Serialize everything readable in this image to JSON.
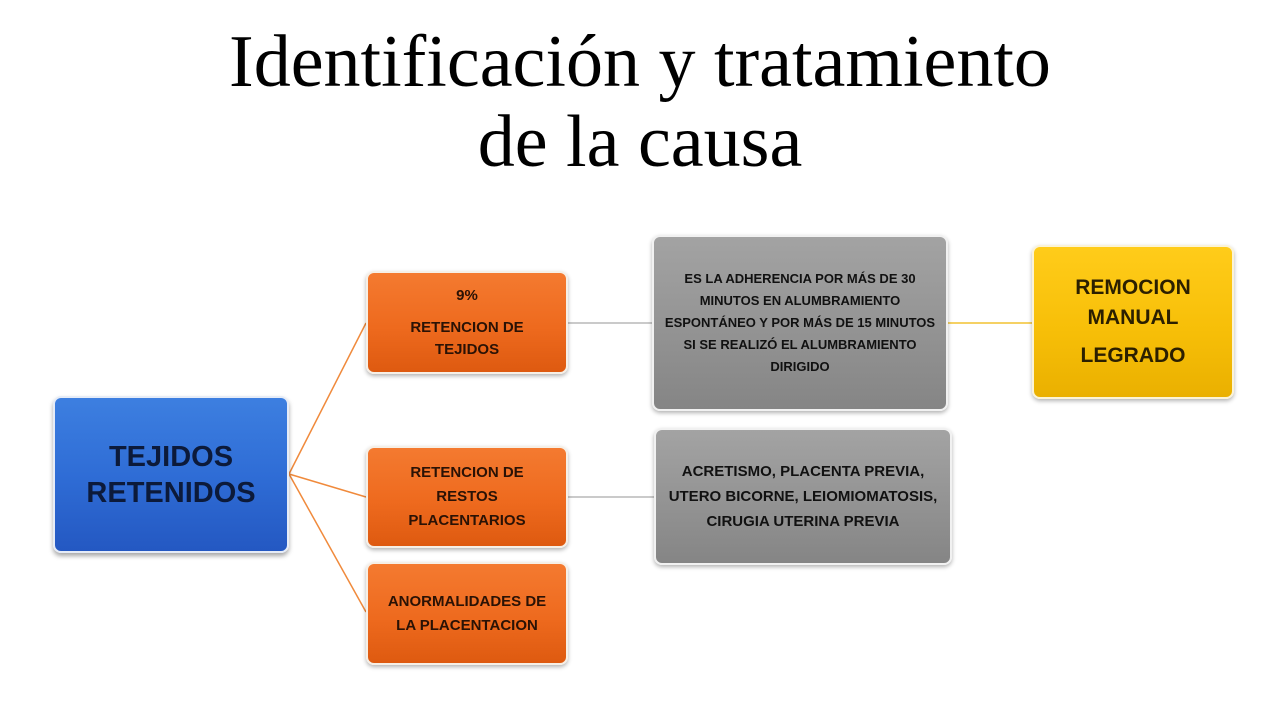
{
  "title": {
    "line1": "Identificación y tratamiento",
    "line2": "de la causa"
  },
  "colors": {
    "root": "#2f6dd6",
    "branch": "#ee6a1e",
    "detail": "#939393",
    "treatment": "#f7bf08",
    "connector_orange": "#f08a3c",
    "connector_gray": "#b8b8b8",
    "connector_gold": "#f2c230"
  },
  "diagram": {
    "root": {
      "line1": "TEJIDOS",
      "line2": "RETENIDOS"
    },
    "branches": {
      "tejidos": {
        "percent": "9%",
        "label": "RETENCION DE TEJIDOS"
      },
      "restos": {
        "label": "RETENCION DE RESTOS PLACENTARIOS"
      },
      "anormalidades": {
        "label": "ANORMALIDADES DE LA PLACENTACION"
      }
    },
    "details": {
      "tejidos": "ES LA ADHERENCIA POR MÁS DE 30 MINUTOS EN ALUMBRAMIENTO ESPONTÁNEO Y POR MÁS DE 15 MINUTOS SI SE REALIZÓ EL ALUMBRAMIENTO DIRIGIDO",
      "restos": "ACRETISMO, PLACENTA PREVIA, UTERO BICORNE, LEIOMIOMATOSIS, CIRUGIA UTERINA PREVIA"
    },
    "treatment": {
      "line1": "REMOCION MANUAL",
      "line2": "LEGRADO"
    }
  }
}
